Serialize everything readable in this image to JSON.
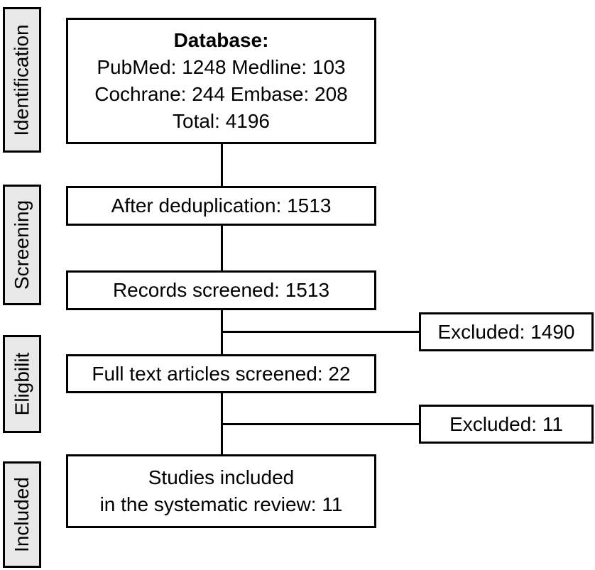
{
  "diagram": {
    "type": "prisma-flow",
    "colors": {
      "border": "#000000",
      "stage_fill": "#e8e8e8",
      "box_fill": "#ffffff",
      "text": "#000000"
    },
    "stages": [
      {
        "label": "Identification"
      },
      {
        "label": "Screening"
      },
      {
        "label": "Eligbilit"
      },
      {
        "label": "Included"
      }
    ],
    "database": {
      "heading": "Database:",
      "lines": [
        "PubMed: 1248 Medline: 103",
        "Cochrane: 244 Embase: 208",
        "Total: 4196"
      ]
    },
    "dedup": {
      "label": "After deduplication: 1513"
    },
    "screened": {
      "label": "Records screened: 1513"
    },
    "fulltext": {
      "label": "Full text articles screened: 22"
    },
    "included": {
      "lines": [
        "Studies included",
        "in the systematic review: 11"
      ]
    },
    "excluded1": {
      "label": "Excluded: 1490"
    },
    "excluded2": {
      "label": "Excluded: 11"
    }
  }
}
